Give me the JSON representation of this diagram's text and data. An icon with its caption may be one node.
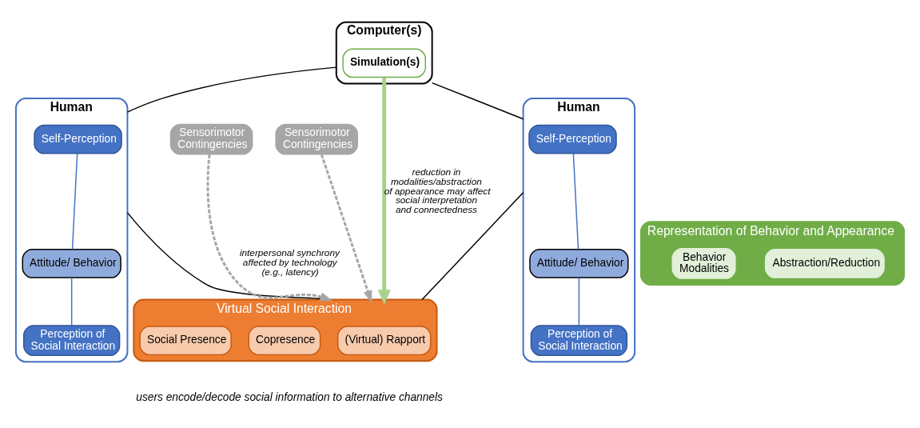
{
  "diagram": {
    "nodes": [
      {
        "text": [
          "Computer(s)"
        ]
      },
      {
        "text": [
          "Simulation(s)"
        ],
        "in": 0
      },
      {
        "text": [
          "Sensorimotor Contingencies"
        ]
      },
      {
        "text": [
          "Sensorimotor Contingencies"
        ]
      },
      {
        "text": [
          "Representation of Behavior and Appearance"
        ]
      },
      {
        "text": [
          "Abstraction/Reduction"
        ],
        "in": 4
      },
      {
        "text": [
          "Behavior Modalities"
        ],
        "in": 4
      },
      {
        "text": [
          "Human"
        ]
      },
      {
        "text": [
          "Self-Perception"
        ],
        "in": 7
      },
      {
        "text": [
          "Attitude/ Behavior"
        ],
        "in": 7
      },
      {
        "text": [
          "Perception of Social Interaction"
        ],
        "in": 7
      },
      {
        "text": [
          "Human"
        ]
      },
      {
        "text": [
          "Self-Perception"
        ],
        "in": 11
      },
      {
        "text": [
          "Attitude/ Behavior"
        ],
        "in": 11
      },
      {
        "text": [
          "Perception of Social Interaction"
        ],
        "in": 11
      },
      {
        "text": [
          "Virtual Social Interaction"
        ],
        "beside": [
          "users encode/decode social information to alternative channels"
        ]
      },
      {
        "text": [
          "(Virtual) Rapport"
        ],
        "in": 15
      },
      {
        "text": [
          "Copresence"
        ],
        "in": 15
      },
      {
        "text": [
          "Social Presence"
        ],
        "in": 15
      }
    ],
    "edges": [
      {
        "from": 0,
        "to": 7,
        "arrow": "none"
      },
      {
        "from": 0,
        "to": 11,
        "arrow": "none"
      },
      {
        "from": 1,
        "to": 15,
        "arrow": "to",
        "style": "thick",
        "color": "#a9d18e",
        "label": "reduction in modalities/abstraction of appearance may affect social interpretation and connectedness"
      },
      {
        "from": 2,
        "to": 15,
        "arrow": "to",
        "style": "dashed",
        "color": "#a6a6a6",
        "label": "interpersonal synchrony affected by technology (e.g., latency)"
      },
      {
        "from": 3,
        "to": 15,
        "arrow": "to",
        "style": "dashed",
        "color": "#a6a6a6"
      },
      {
        "from": 7,
        "to": 15,
        "arrow": "none"
      },
      {
        "from": 15,
        "to": 11,
        "arrow": "none"
      },
      {
        "from": 8,
        "to": 9,
        "arrow": "none",
        "color": "#4472c4"
      },
      {
        "from": 9,
        "to": 10,
        "arrow": "none",
        "color": "#4472c4"
      },
      {
        "from": 12,
        "to": 13,
        "arrow": "none",
        "color": "#4472c4"
      },
      {
        "from": 13,
        "to": 14,
        "arrow": "none",
        "color": "#4472c4"
      }
    ]
  }
}
